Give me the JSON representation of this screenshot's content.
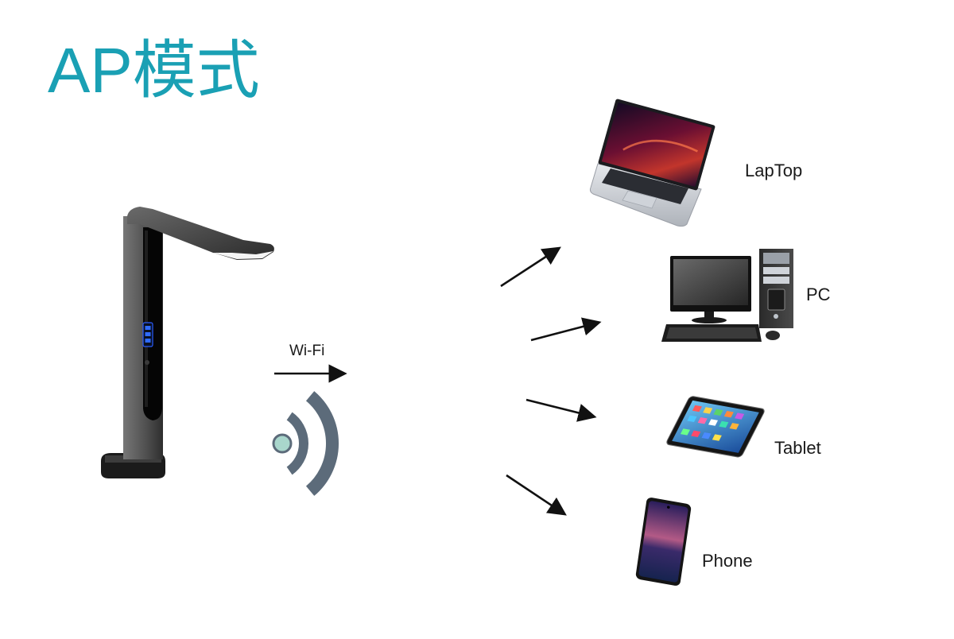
{
  "title": "AP模式",
  "source_device": {
    "icon": "document-camera-icon"
  },
  "link": {
    "label": "Wi-Fi",
    "icon": "wifi-signal-icon"
  },
  "targets": [
    {
      "label": "LapTop",
      "icon": "laptop-icon"
    },
    {
      "label": "PC",
      "icon": "desktop-pc-icon"
    },
    {
      "label": "Tablet",
      "icon": "tablet-icon"
    },
    {
      "label": "Phone",
      "icon": "phone-icon"
    }
  ],
  "colors": {
    "title": "#1aa0b4",
    "wifi_arcs": "#5c6b7a",
    "wifi_dot": "#a9d6cc",
    "arrows": "#111111"
  }
}
